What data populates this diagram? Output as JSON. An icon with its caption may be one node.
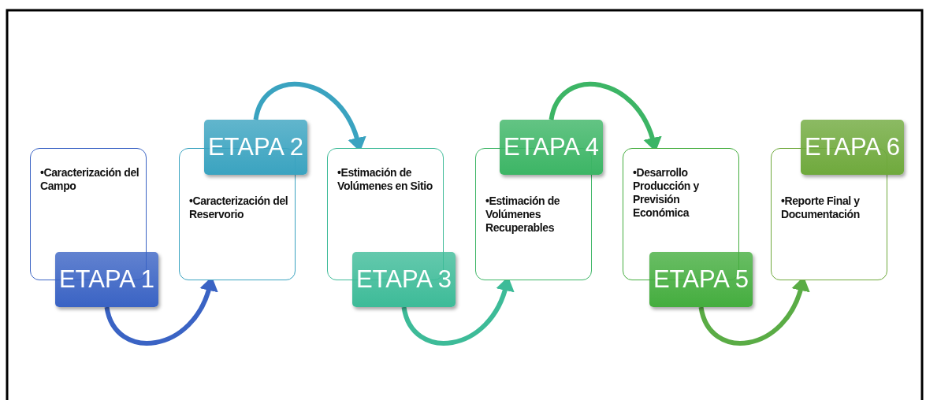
{
  "diagram": {
    "nodes": [
      {
        "text": [
          "•Caracterización del Campo"
        ]
      },
      {
        "text": [
          "ETAPA 1"
        ]
      },
      {
        "text": [
          "•Caracterización del Reservorio"
        ]
      },
      {
        "text": [
          "ETAPA 2"
        ]
      },
      {
        "text": [
          "•Estimación de Volúmenes en Sitio"
        ]
      },
      {
        "text": [
          "ETAPA 3"
        ]
      },
      {
        "text": [
          "•Estimación de Volúmenes Recuperables"
        ]
      },
      {
        "text": [
          "ETAPA 4"
        ]
      },
      {
        "text": [
          "•Desarrollo Producción y Previsión Económica"
        ]
      },
      {
        "text": [
          "ETAPA 5"
        ]
      },
      {
        "text": [
          "•Reporte Final y Documentación"
        ]
      },
      {
        "text": [
          "ETAPA 6"
        ]
      }
    ],
    "edges": [
      {
        "from": 1,
        "to": 2,
        "arrow": "to",
        "color": "#3a63c4"
      },
      {
        "from": 3,
        "to": 4,
        "arrow": "to",
        "color": "#3aa3c0"
      },
      {
        "from": 5,
        "to": 6,
        "arrow": "to",
        "color": "#3dbb98"
      },
      {
        "from": 7,
        "to": 8,
        "arrow": "to",
        "color": "#3cb565"
      },
      {
        "from": 9,
        "to": 10,
        "arrow": "to",
        "color": "#5aac45"
      }
    ]
  }
}
